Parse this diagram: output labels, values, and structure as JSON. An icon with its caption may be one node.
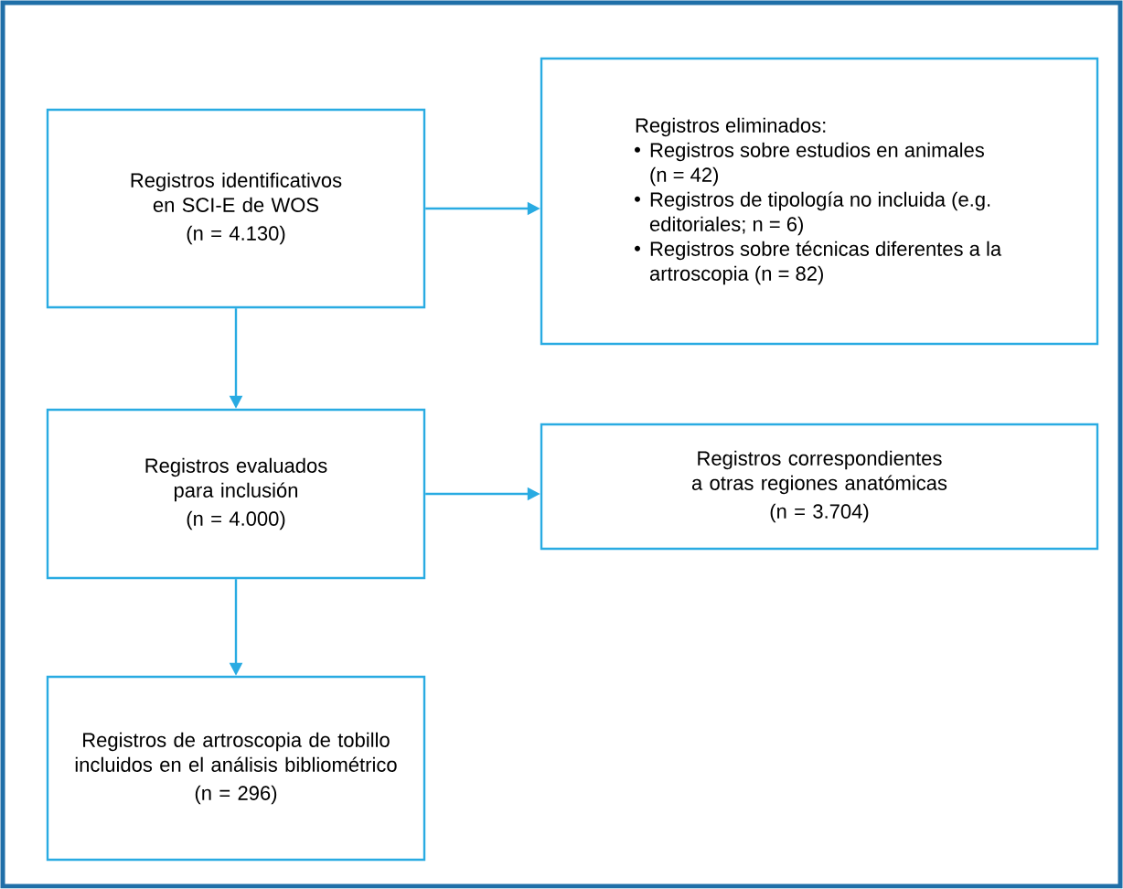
{
  "diagram": {
    "nodes": [
      {
        "text": [
          "Registros identificativos en SCI-E de WOS",
          "(n = 4.130)"
        ]
      },
      {
        "text": [
          "Registros eliminados:",
          "Registros sobre estudios en animales (n = 42)",
          "Registros de tipología no incluida (e.g. editoriales; n = 6)",
          "Registros sobre técnicas diferentes a la artroscopia (n = 82)"
        ]
      },
      {
        "text": [
          "Registros evaluados para inclusión",
          "(n = 4.000)"
        ]
      },
      {
        "text": [
          "Registros correspondientes a otras regiones anatómicas",
          "(n = 3.704)"
        ]
      },
      {
        "text": [
          "Registros de artroscopia de tobillo incluidos en el análisis bibliométrico",
          "(n = 296)"
        ]
      }
    ],
    "edges": [
      {
        "from": 0,
        "to": 1,
        "arrow": "to"
      },
      {
        "from": 0,
        "to": 2,
        "arrow": "to"
      },
      {
        "from": 2,
        "to": 3,
        "arrow": "to"
      },
      {
        "from": 2,
        "to": 4,
        "arrow": "to"
      }
    ]
  }
}
